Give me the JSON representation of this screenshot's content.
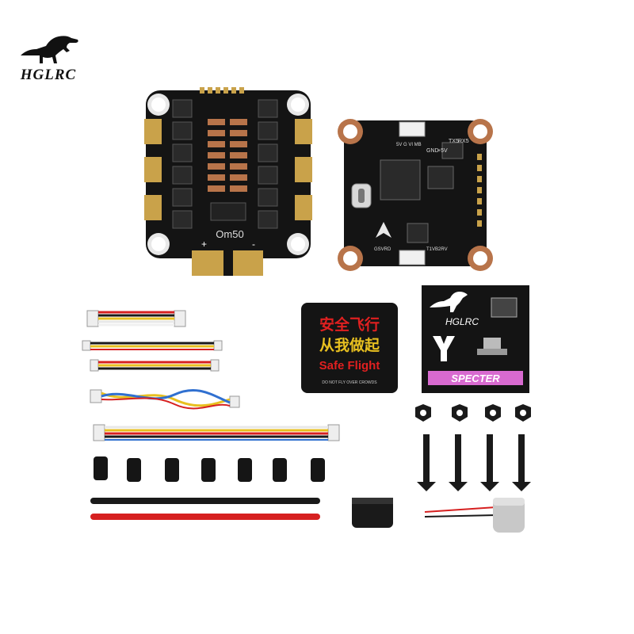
{
  "brand": {
    "name": "HGLRC"
  },
  "esc_board": {
    "silkscreen_label": "Om50",
    "plus_label": "+",
    "minus_label": "-"
  },
  "fc_board": {
    "pin_labels": [
      "TX5",
      "RX5",
      "+5V",
      "GND"
    ],
    "bottom_label_left": "GSVRD",
    "bottom_label_right": "T1VB2RV",
    "top_label": "5V G VI MB"
  },
  "sticker_safe": {
    "line1": "安全飞行",
    "line2": "从我做起",
    "line3": "Safe Flight",
    "small_text": "DO NOT FLY OVER CROWDS"
  },
  "sticker_brand": {
    "logo_text": "HGLRC",
    "product_text": "SPECTER"
  },
  "colors": {
    "board_black": "#141414",
    "gold": "#c9a24a",
    "copper": "#b8744a",
    "red_wire": "#d62020",
    "black_wire": "#1a1a1a",
    "sticker_red": "#e02020"
  }
}
